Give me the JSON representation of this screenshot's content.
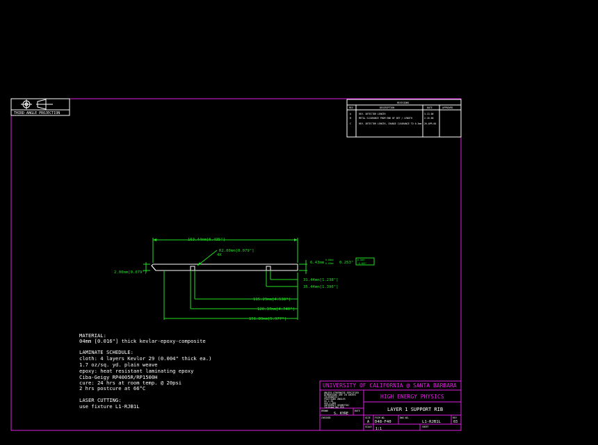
{
  "projection": {
    "label": "THIRD ANGLE PROJECTION"
  },
  "revisions": {
    "title": "REVISIONS",
    "headers": [
      "REV",
      "DESCRIPTION",
      "DATE",
      "APPROVED"
    ],
    "rows": [
      {
        "rev": "A",
        "desc": "REV. DETECTOR LENGTH",
        "date": "3-13-00"
      },
      {
        "rev": "B",
        "desc": "METAL CLEARANCE FROM END OF DET / LENGTH",
        "date": "2-16-00"
      },
      {
        "rev": "C",
        "desc": "REV. DETECTOR LENGTH, CHANGE CLEARANCE TO 0.3mm",
        "date": "20-APR-00"
      }
    ]
  },
  "dimensions": {
    "overall_length": "163.44mm[6.435\"]",
    "radius": "R2.00mm[0.079\"]",
    "radius_count": "4X",
    "left_height": "2.00mm[0.079\"]",
    "thickness_main": "6.43mm",
    "tol_plus": "0.00mm",
    "tol_minus": "0.09mm",
    "thickness_in": "0.253\"",
    "tol_in_plus": "0.000\"",
    "tol_in_minus": "-0.003\"",
    "h1": "31.44mm[1.238\"]",
    "h2": "35.44mm[1.396\"]",
    "l1": "115.29mm[4.538\"]",
    "l2": "120.37mm[4.740\"]",
    "l3": "151.89mm[5.977\"]"
  },
  "notes": [
    "MATERIAL:",
    "04mm [0.016\"] thick kevlar-epoxy-composite",
    "",
    "LAMINATE SCHEDULE:",
    "cloth:  4 layers Kevlor 29 (0.004\" thick ea.)",
    " 1.7 oz/sq. yd. plain weave",
    "epoxy: heat resistant laminating epoxy",
    " Ciba-Geigy RP4005R/RP1500H",
    "cure: 24 hrs at room temp. @ 20psi",
    " 2 hrs postcure at 66°C",
    "",
    "LASER CUTTING:",
    "use fixture L1-RJB1L"
  ],
  "title_block": {
    "university": "UNIVERSITY OF CALIFORNIA @ SANTA BARBARA",
    "department": "HIGH ENERGY PHYSICS",
    "notes_small": [
      "UNLESS OTHERWISE SPECIFIED",
      "DIMENSIONS ARE IN INCHES",
      "TOLERANCES:",
      "FRACTIONS   ANGLES",
      "XX ±.01",
      "XXX ±.005",
      "INTERPRET GEOMETRIC",
      "TOLERANCING PER"
    ],
    "title": "LAYER 1 SUPPORT RIB",
    "drawn_label": "DRAWN",
    "drawn_by": "S. KYRE",
    "date_label": "DATE",
    "checked_label": "CHECKED",
    "size_label": "SIZE",
    "size": "A",
    "fscm_label": "FSCM NO.",
    "fscm": "D48-F40",
    "dwg_label": "DWG NO.",
    "dwg_no": "L1-RJB1L",
    "rev_label": "REV",
    "rev": "03",
    "scale_label": "SCALE",
    "scale": "1:1",
    "sheet_label": "SHEET"
  }
}
